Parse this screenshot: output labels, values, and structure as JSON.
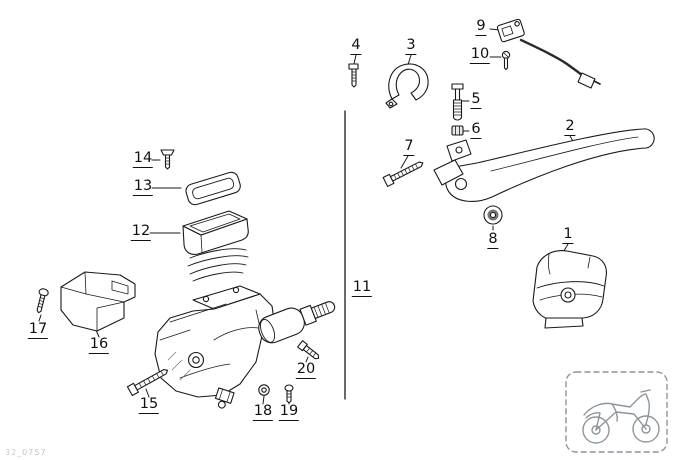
{
  "page": {
    "background": "#ffffff",
    "plate_code": "32_0757"
  },
  "colors": {
    "line": "#1a1a1a",
    "inset_line": "#8d949c",
    "label_text": "#111111"
  },
  "diagram": {
    "labels": [
      {
        "num": "1",
        "part": "switch-housing"
      },
      {
        "num": "2",
        "part": "hand-lever"
      },
      {
        "num": "3",
        "part": "holder-clamp"
      },
      {
        "num": "4",
        "part": "screw"
      },
      {
        "num": "5",
        "part": "pivot-pin"
      },
      {
        "num": "6",
        "part": "nut"
      },
      {
        "num": "7",
        "part": "screw-long"
      },
      {
        "num": "8",
        "part": "bushing-ring"
      },
      {
        "num": "9",
        "part": "switch-with-cable"
      },
      {
        "num": "10",
        "part": "screw-small"
      },
      {
        "num": "11",
        "part": "handle-unit-assembly"
      },
      {
        "num": "12",
        "part": "fluid-container"
      },
      {
        "num": "13",
        "part": "container-cover"
      },
      {
        "num": "14",
        "part": "cover-screw"
      },
      {
        "num": "15",
        "part": "screw-long"
      },
      {
        "num": "16",
        "part": "protection-cover"
      },
      {
        "num": "17",
        "part": "screw"
      },
      {
        "num": "18",
        "part": "washer"
      },
      {
        "num": "19",
        "part": "screw"
      },
      {
        "num": "20",
        "part": "screw"
      }
    ],
    "inset": {
      "name": "motorcycle-thumbnail"
    }
  }
}
